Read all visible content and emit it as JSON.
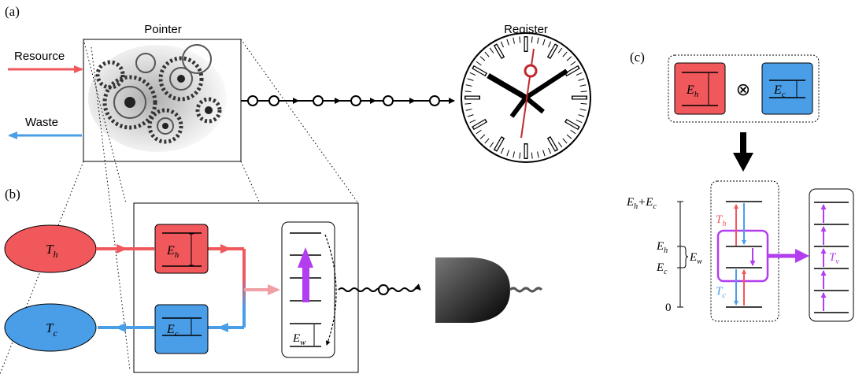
{
  "panel_labels": {
    "a": "(a)",
    "b": "(b)",
    "c": "(c)"
  },
  "panel_a": {
    "pointer_label": "Pointer",
    "register_label": "Register",
    "resource_label": "Resource",
    "waste_label": "Waste"
  },
  "panel_b": {
    "hot_bath_label": "T",
    "hot_bath_sub": "h",
    "cold_bath_label": "T",
    "cold_bath_sub": "c",
    "hot_qubit_label": "E",
    "hot_qubit_sub": "h",
    "cold_qubit_label": "E",
    "cold_qubit_sub": "c",
    "ladder_gap_label": "E",
    "ladder_gap_sub": "w"
  },
  "panel_c": {
    "hot_qubit_label": "E",
    "hot_qubit_sub": "h",
    "cold_qubit_label": "E",
    "cold_qubit_sub": "c",
    "tensor_symbol": "⊗",
    "axis_top_label": "E",
    "axis_top_sub1": "h",
    "axis_top_plus": "+E",
    "axis_top_sub2": "c",
    "axis_eh_label": "E",
    "axis_eh_sub": "h",
    "axis_ec_label": "E",
    "axis_ec_sub": "c",
    "axis_zero_label": "0",
    "gap_label": "E",
    "gap_sub": "w",
    "th_label": "T",
    "th_sub": "h",
    "tc_label": "T",
    "tc_sub": "c",
    "tv_label": "T",
    "tv_sub": "v"
  },
  "colors": {
    "hot": "#f0585c",
    "cold": "#4a9ee8",
    "purple": "#b23ef0"
  }
}
